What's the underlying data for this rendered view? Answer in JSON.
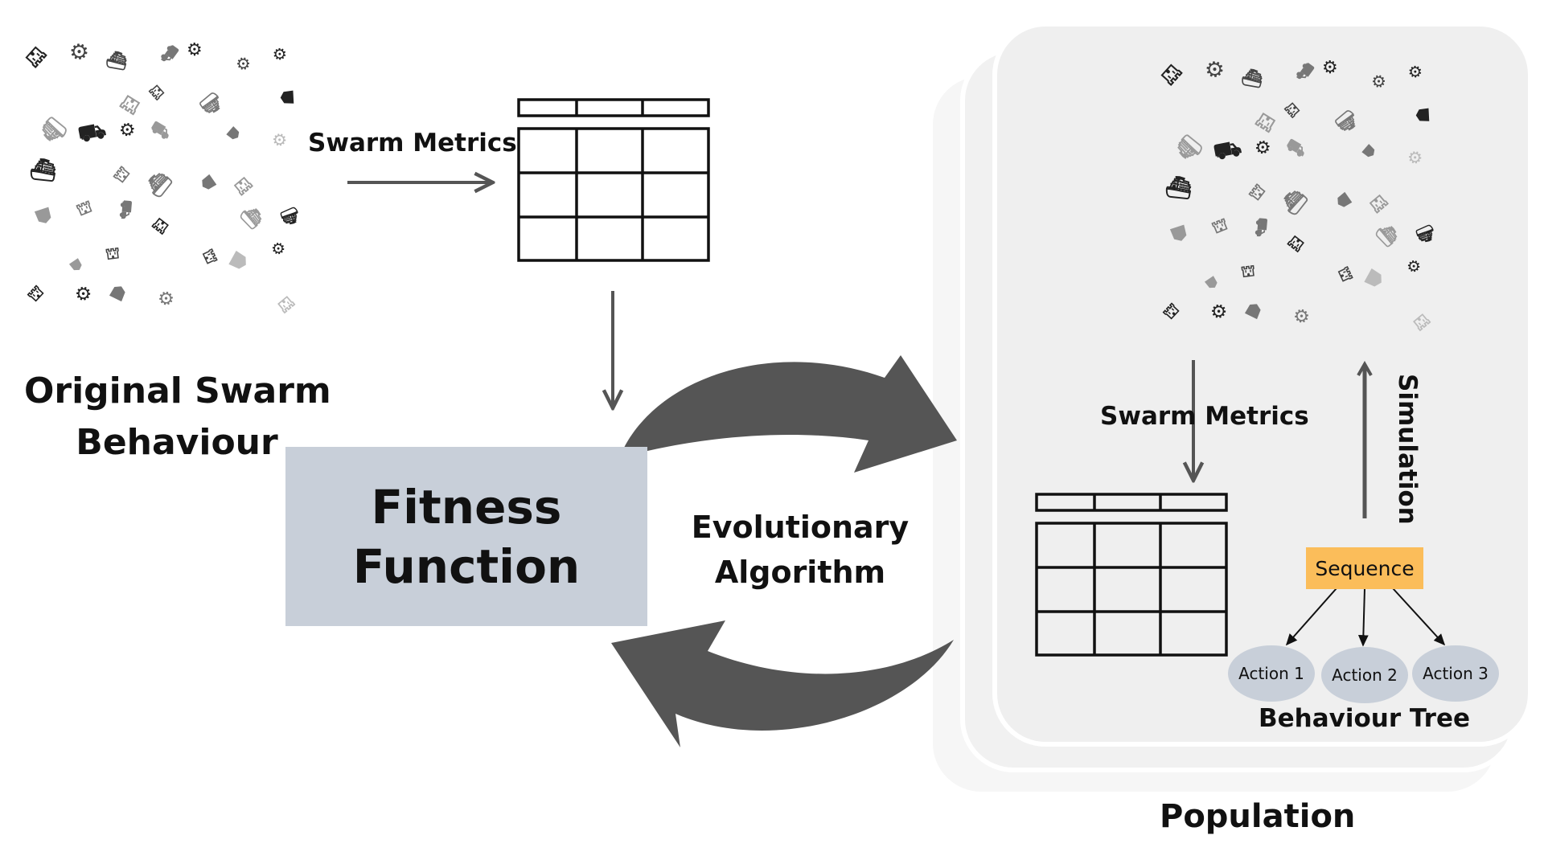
{
  "colors": {
    "arrow_dark": "#555555",
    "card_front": "#efefef",
    "card_back": "#f4f4f4",
    "fitness_box": "#c8cfd9",
    "sequence_node": "#fbbd5a",
    "action_node": "#c8cfd9",
    "table_stroke": "#111111"
  },
  "left": {
    "title_line1": "Original Swarm",
    "title_line2": "Behaviour",
    "metrics_label": "Swarm Metrics"
  },
  "fitness": {
    "line1": "Fitness",
    "line2": "Function"
  },
  "evolution": {
    "line1": "Evolutionary",
    "line2": "Algorithm"
  },
  "population": {
    "label": "Population",
    "metrics_label": "Swarm Metrics",
    "simulation_label": "Simulation",
    "tree": {
      "root": "Sequence",
      "actions": [
        "Action 1",
        "Action 2",
        "Action 3"
      ],
      "caption": "Behaviour Tree"
    }
  },
  "icons": {
    "swarm": "robot-swarm-icon",
    "table": "table-icon",
    "cycle": "cycle-arrows-icon"
  }
}
